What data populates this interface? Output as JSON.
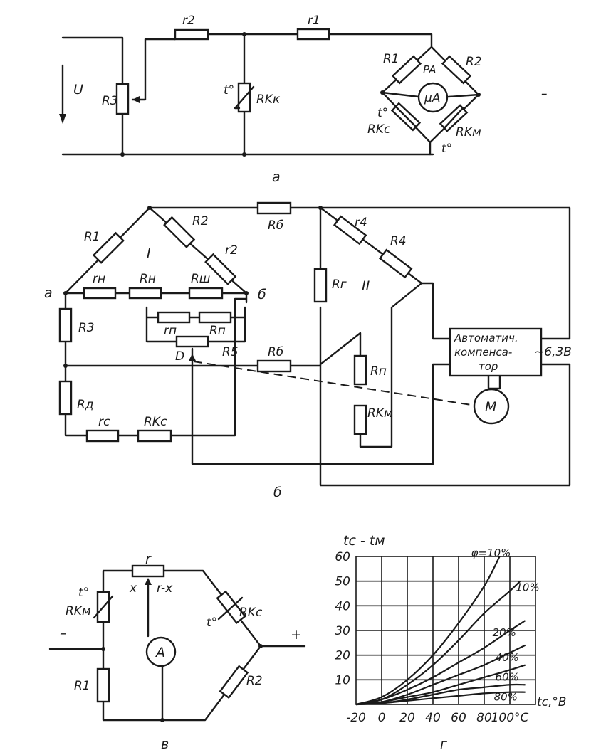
{
  "panel_a": {
    "caption": "а",
    "U": "U",
    "R3": "R3",
    "r2": "r2",
    "r1": "r1",
    "t_RKk": "t°",
    "RKk": "RKк",
    "R1": "R1",
    "PA": "PA",
    "uA": "μA",
    "R2": "R2",
    "t_RKc": "t°",
    "RKc": "RKс",
    "t_RKm": "t°",
    "RKm": "RKм",
    "minus": "–"
  },
  "panel_b": {
    "caption": "б",
    "R1": "R1",
    "R2": "R2",
    "Rb_top": "Rб",
    "r4": "r4",
    "R4": "R4",
    "I": "I",
    "r2": "r2",
    "II": "II",
    "Rr": "Rг",
    "a": "а",
    "b": "б",
    "rn": "rн",
    "Rn": "Rн",
    "Rsh": "Rш",
    "R3": "R3",
    "rp": "rп",
    "Rp": "Rп",
    "R5": "R5",
    "D": "D",
    "Rb_mid": "Rб",
    "Rd": "Rд",
    "rc": "rс",
    "RKc": "RKс",
    "Rp2": "Rп",
    "RKm": "RKм",
    "auto_line1": "Автоматич.",
    "auto_line2": "компенса-",
    "auto_line3": "тор",
    "voltage": "~6,3В",
    "M": "M"
  },
  "panel_v": {
    "caption": "в",
    "r": "r",
    "x": "x",
    "rx": "r-x",
    "t_RKm": "t°",
    "RKm": "RKм",
    "t_RKc": "t°",
    "RKc": "RKс",
    "A": "A",
    "minus": "–",
    "plus": "+",
    "R1": "R1",
    "R2": "R2"
  },
  "chart_data": {
    "type": "line",
    "caption": "г",
    "ylabel": "tс - tм",
    "xlabel": "tс,°В",
    "x_unit": "100°С",
    "x_ticks": [
      "-20",
      "0",
      "20",
      "40",
      "60",
      "80",
      "100°С"
    ],
    "y_ticks": [
      "10",
      "20",
      "30",
      "40",
      "50",
      "60"
    ],
    "xlim": [
      -20,
      120
    ],
    "ylim": [
      0,
      60
    ],
    "grid": true,
    "series": [
      {
        "name": "φ=10%",
        "x": [
          -20,
          0,
          20,
          40,
          60,
          80,
          92
        ],
        "y": [
          0,
          3,
          10,
          20,
          33,
          48,
          60
        ]
      },
      {
        "name": "10%",
        "x": [
          -20,
          0,
          20,
          40,
          60,
          80,
          100,
          108
        ],
        "y": [
          0,
          2,
          8,
          16,
          26,
          37,
          46,
          50
        ]
      },
      {
        "name": "20%",
        "x": [
          -20,
          0,
          20,
          40,
          60,
          80,
          100,
          112
        ],
        "y": [
          0,
          2,
          6,
          11,
          17,
          23,
          30,
          34
        ]
      },
      {
        "name": "40%",
        "x": [
          -20,
          0,
          20,
          40,
          60,
          80,
          100,
          112
        ],
        "y": [
          0,
          1,
          4,
          8,
          12,
          16,
          21,
          24
        ]
      },
      {
        "name": "60%",
        "x": [
          -20,
          0,
          20,
          40,
          60,
          80,
          100,
          112
        ],
        "y": [
          0,
          1,
          3,
          5,
          8,
          11,
          14,
          16
        ]
      },
      {
        "name": "80%",
        "x": [
          -20,
          0,
          20,
          40,
          60,
          80,
          100,
          112
        ],
        "y": [
          0,
          0.5,
          2,
          4,
          6,
          7,
          8,
          8
        ]
      },
      {
        "name": "",
        "x": [
          -20,
          0,
          20,
          40,
          60,
          80,
          100,
          112
        ],
        "y": [
          0,
          0.5,
          1.5,
          2.5,
          3.5,
          4.5,
          5,
          5
        ]
      }
    ]
  }
}
